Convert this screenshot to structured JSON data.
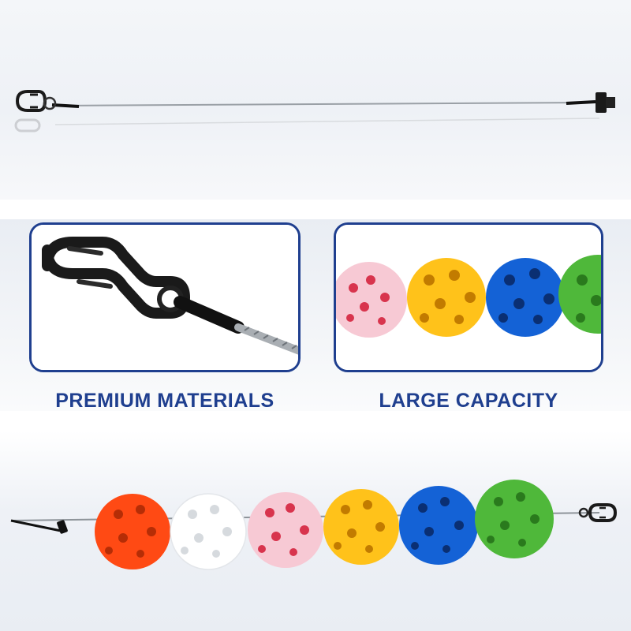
{
  "captions": {
    "left": "PREMIUM MATERIALS",
    "right": "LARGE CAPACITY"
  },
  "colors": {
    "accent_blue": "#1f3f8f",
    "ball_orange": "#ff4a14",
    "ball_white": "#ffffff",
    "ball_pink": "#f7c9d4",
    "ball_yellow": "#ffc21a",
    "ball_blue": "#1462d6",
    "ball_green": "#4fb83a"
  },
  "icons": [
    "carabiner-icon",
    "steel-cable",
    "plastic-end-tab"
  ]
}
